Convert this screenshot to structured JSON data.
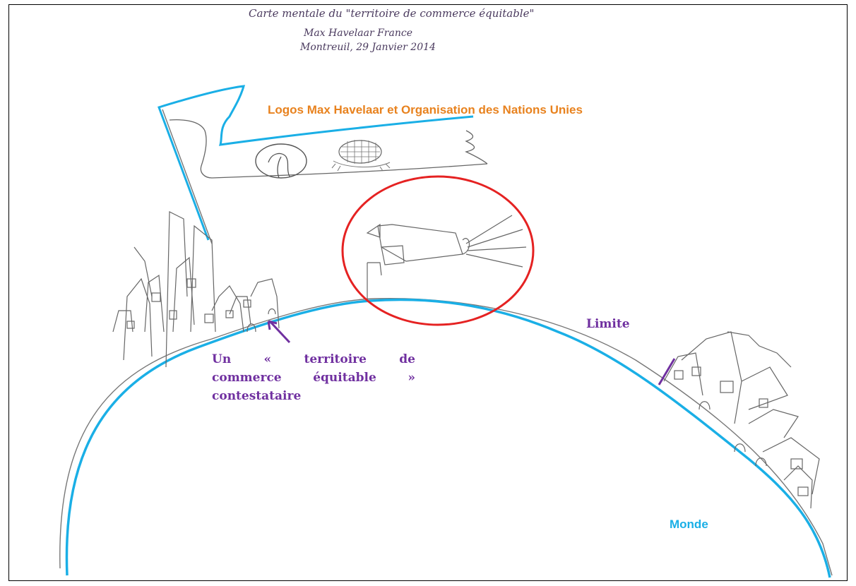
{
  "header": {
    "line1": "Carte mentale du \"territoire de commerce équitable\"",
    "line2": "Max Havelaar France",
    "line3": "Montreuil, 29 Janvier 2014"
  },
  "labels": {
    "logos": "Logos Max Havelaar et Organisation des Nations Unies",
    "limite": "Limite",
    "territoire_line1": "Un « territoire de",
    "territoire_line2": "commerce équitable »",
    "territoire_line3": "contestataire",
    "monde": "Monde"
  },
  "colors": {
    "orange": "#e8821e",
    "purple": "#7030a0",
    "blue": "#1aafe6",
    "red": "#e52222",
    "pencil": "#555555"
  }
}
